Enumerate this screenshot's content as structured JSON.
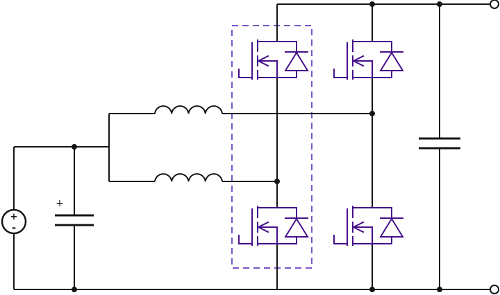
{
  "diagram": {
    "name": "power-converter-circuit-schematic",
    "description": "Interleaved boost converter feeding a MOSFET full-bridge leg pair with output capacitor; left switch pair enclosed in dashed highlight box",
    "colors": {
      "wire": "#141414",
      "component": "#45108a",
      "highlight": "#7a55cb",
      "background": "#ffffff",
      "terminal_fill": "#ffffff"
    },
    "labels": {
      "source_plus": "+",
      "source_minus": "-",
      "input_cap_plus": "+"
    },
    "components": {
      "dc_source": {
        "name": "dc-voltage-source"
      },
      "input_capacitor": {
        "name": "input-capacitor",
        "polarity_label": "+"
      },
      "inductor_top": {
        "name": "inductor-phase-top",
        "turns": 4
      },
      "inductor_bottom": {
        "name": "inductor-phase-bottom",
        "turns": 4
      },
      "mosfets": [
        {
          "name": "mosfet-top-left",
          "body_diode": true,
          "inside_highlight_box": true
        },
        {
          "name": "mosfet-top-right",
          "body_diode": true,
          "inside_highlight_box": false
        },
        {
          "name": "mosfet-bottom-left",
          "body_diode": true,
          "inside_highlight_box": true
        },
        {
          "name": "mosfet-bottom-right",
          "body_diode": true,
          "inside_highlight_box": false
        }
      ],
      "output_capacitor": {
        "name": "output-capacitor"
      },
      "terminals": [
        {
          "name": "output-terminal-top"
        },
        {
          "name": "output-terminal-bottom"
        }
      ],
      "highlight_box": {
        "name": "dashed-highlight-box",
        "style": "dashed"
      }
    }
  }
}
